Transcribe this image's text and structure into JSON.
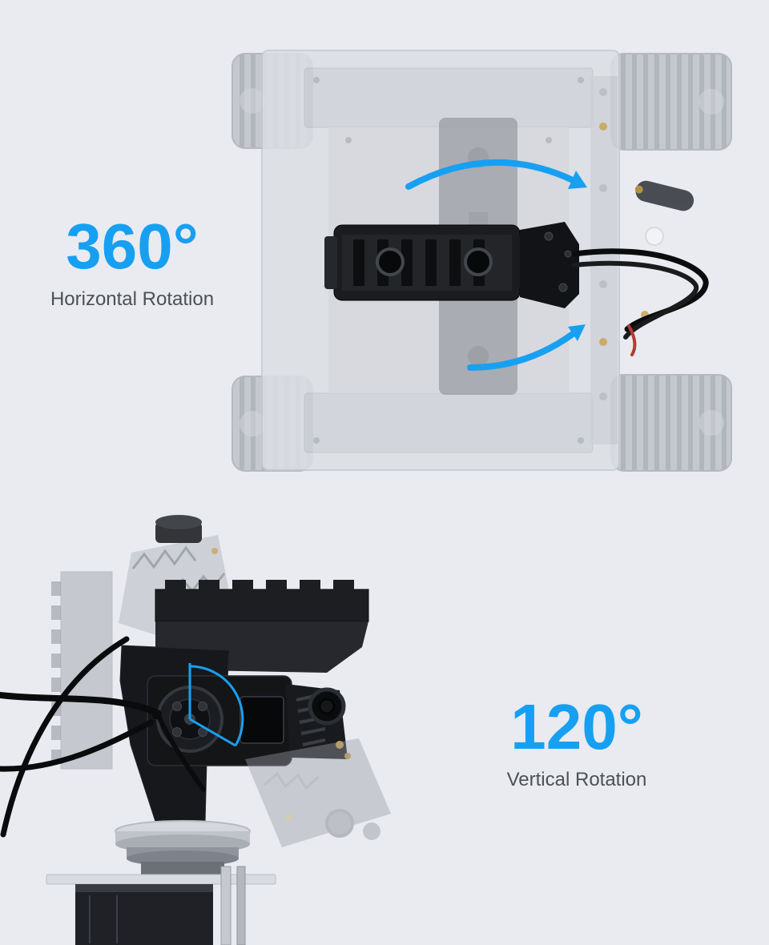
{
  "theme": {
    "background": "#e9ebf0",
    "accent": "#17a0f2",
    "label_color": "#4d5156"
  },
  "sections": {
    "horizontal": {
      "angle": "360°",
      "label": "Horizontal Rotation"
    },
    "vertical": {
      "angle": "120°",
      "label": "Vertical Rotation"
    }
  },
  "icons": {
    "rotation_arrow": "curved-arrow",
    "rotation_arc": "angle-arc"
  }
}
